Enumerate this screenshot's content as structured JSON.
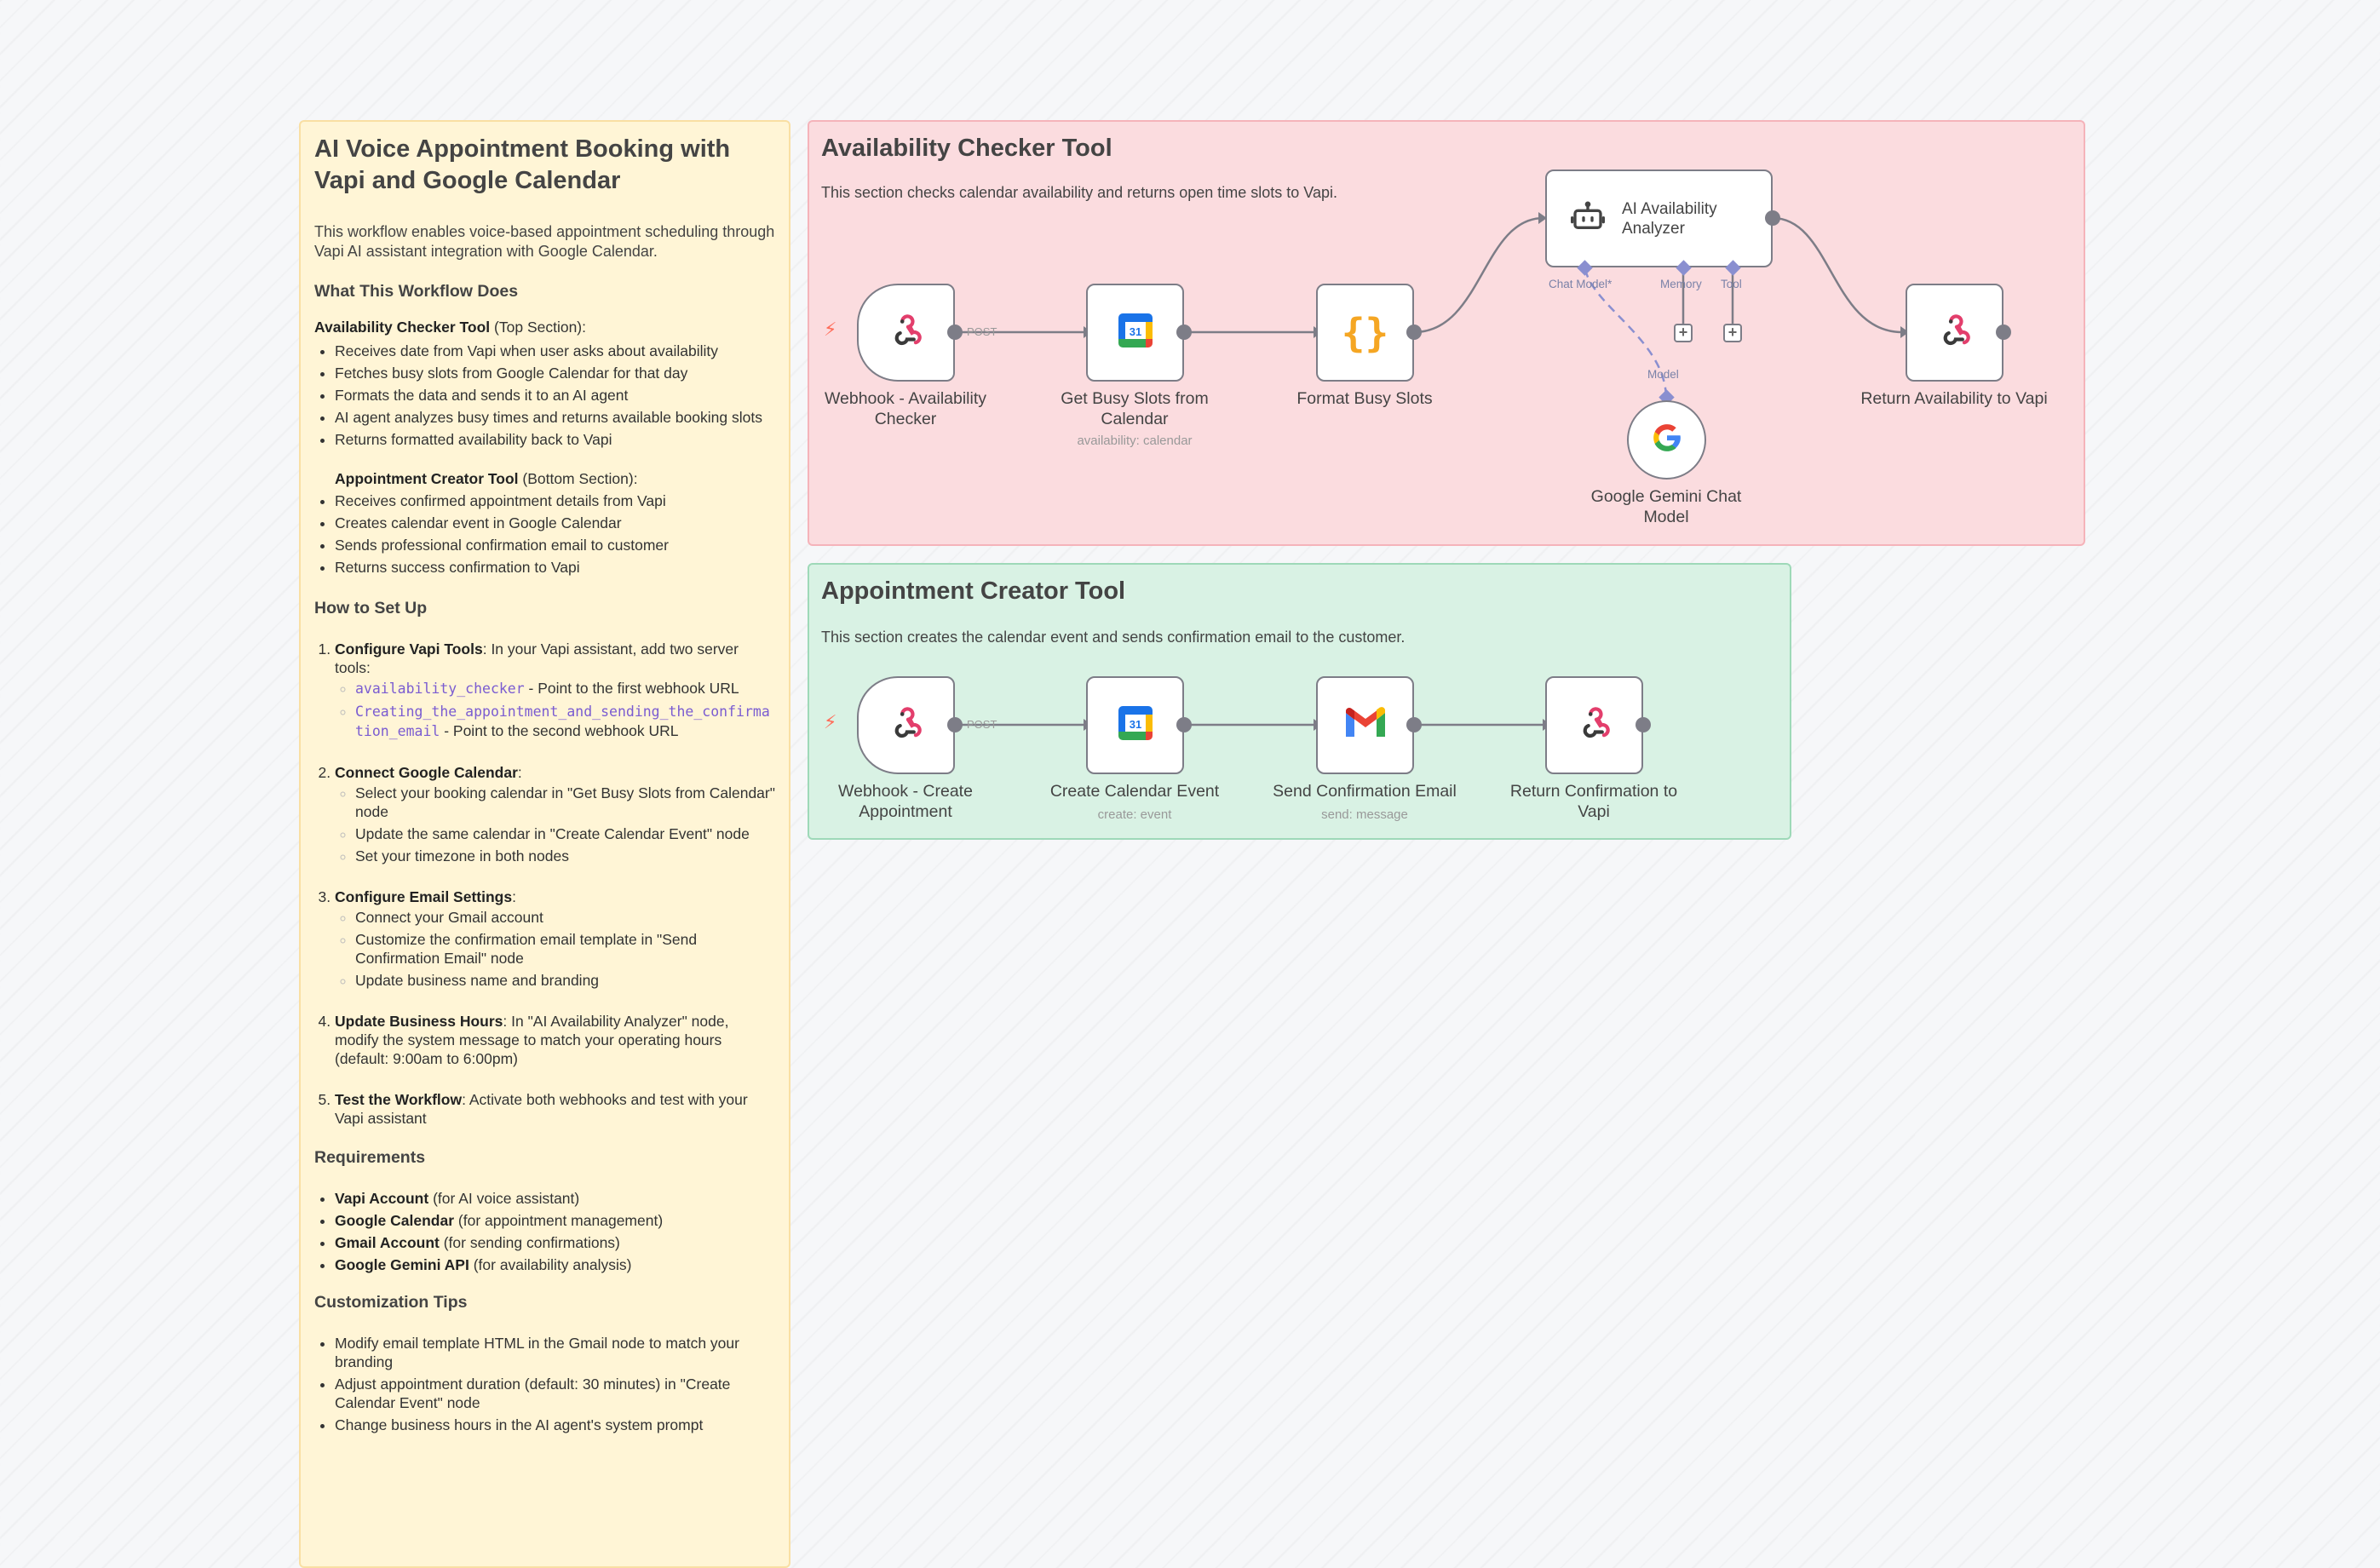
{
  "main_note": {
    "title": "AI Voice Appointment Booking with Vapi and Google Calendar",
    "intro": "This workflow enables voice-based appointment scheduling through Vapi AI assistant integration with Google Calendar.",
    "what_heading": "What This Workflow Does",
    "availability_label": "Availability Checker Tool",
    "availability_suffix": " (Top Section):",
    "availability_items": [
      "Receives date from Vapi when user asks about availability",
      "Fetches busy slots from Google Calendar for that day",
      "Formats the data and sends it to an AI agent",
      "AI agent analyzes busy times and returns available booking slots",
      "Returns formatted availability back to Vapi"
    ],
    "creator_label": "Appointment Creator Tool",
    "creator_suffix": " (Bottom Section):",
    "creator_items": [
      "Receives confirmed appointment details from Vapi",
      "Creates calendar event in Google Calendar",
      "Sends professional confirmation email to customer",
      "Returns success confirmation to Vapi"
    ],
    "setup_heading": "How to Set Up",
    "steps": [
      {
        "label": "Configure Vapi Tools",
        "text": ": In your Vapi assistant, add two server tools:",
        "subs": [
          {
            "code": "availability_checker",
            "text": " - Point to the first webhook URL"
          },
          {
            "code": "Creating_the_appointment_and_sending_the_confirmation_email",
            "text": " - Point to the second webhook URL"
          }
        ]
      },
      {
        "label": "Connect Google Calendar",
        "text": ":",
        "subs": [
          {
            "code": "",
            "text": "Select your booking calendar in \"Get Busy Slots from Calendar\" node"
          },
          {
            "code": "",
            "text": "Update the same calendar in \"Create Calendar Event\" node"
          },
          {
            "code": "",
            "text": "Set your timezone in both nodes"
          }
        ]
      },
      {
        "label": "Configure Email Settings",
        "text": ":",
        "subs": [
          {
            "code": "",
            "text": "Connect your Gmail account"
          },
          {
            "code": "",
            "text": "Customize the confirmation email template in \"Send Confirmation Email\" node"
          },
          {
            "code": "",
            "text": "Update business name and branding"
          }
        ]
      },
      {
        "label": "Update Business Hours",
        "text": ": In \"AI Availability Analyzer\" node, modify the system message to match your operating hours (default: 9:00am to 6:00pm)",
        "subs": []
      },
      {
        "label": "Test the Workflow",
        "text": ": Activate both webhooks and test with your Vapi assistant",
        "subs": []
      }
    ],
    "requirements_heading": "Requirements",
    "requirements": [
      {
        "label": "Vapi Account",
        "text": " (for AI voice assistant)"
      },
      {
        "label": "Google Calendar",
        "text": " (for appointment management)"
      },
      {
        "label": "Gmail Account",
        "text": " (for sending confirmations)"
      },
      {
        "label": "Google Gemini API",
        "text": " (for availability analysis)"
      }
    ],
    "tips_heading": "Customization Tips",
    "tips": [
      "Modify email template HTML in the Gmail node to match your branding",
      "Adjust appointment duration (default: 30 minutes) in \"Create Calendar Event\" node",
      "Change business hours in the AI agent's system prompt"
    ]
  },
  "availability_note": {
    "title": "Availability Checker Tool",
    "desc": "This section checks calendar availability and returns open time slots to Vapi."
  },
  "appointment_note": {
    "title": "Appointment Creator Tool",
    "desc": "This section creates the calendar event and sends confirmation email to the customer."
  },
  "nodes": {
    "webhook_avail": {
      "label": "Webhook - Availability Checker",
      "icon": "webhook-icon"
    },
    "get_busy": {
      "label": "Get Busy Slots from Calendar",
      "sub": "availability: calendar",
      "icon": "google-calendar-icon"
    },
    "format_busy": {
      "label": "Format Busy Slots",
      "icon": "code-braces-icon"
    },
    "ai_analyzer": {
      "label": "AI Availability Analyzer",
      "icon": "robot-icon"
    },
    "return_avail": {
      "label": "Return Availability to Vapi",
      "icon": "webhook-icon"
    },
    "gemini": {
      "label": "Google Gemini Chat Model",
      "icon": "google-g-icon"
    },
    "webhook_create": {
      "label": "Webhook - Create Appointment",
      "icon": "webhook-icon"
    },
    "create_event": {
      "label": "Create Calendar Event",
      "sub": "create: event",
      "icon": "google-calendar-icon"
    },
    "send_email": {
      "label": "Send Confirmation Email",
      "sub": "send: message",
      "icon": "gmail-icon"
    },
    "return_confirm": {
      "label": "Return Confirmation to Vapi",
      "icon": "webhook-icon"
    }
  },
  "edge_labels": {
    "post": "POST"
  },
  "ai_ports": {
    "chat_model": "Chat Model*",
    "memory": "Memory",
    "tool": "Tool",
    "model": "Model"
  },
  "calendar_day": "31",
  "colors": {
    "main_note_bg": "#fff5d6",
    "availability_note_bg": "#fbdcdf",
    "appointment_note_bg": "#d9f2e4",
    "trigger_bolt": "#ff6d5a",
    "webhook_pink": "#e33e6c"
  }
}
